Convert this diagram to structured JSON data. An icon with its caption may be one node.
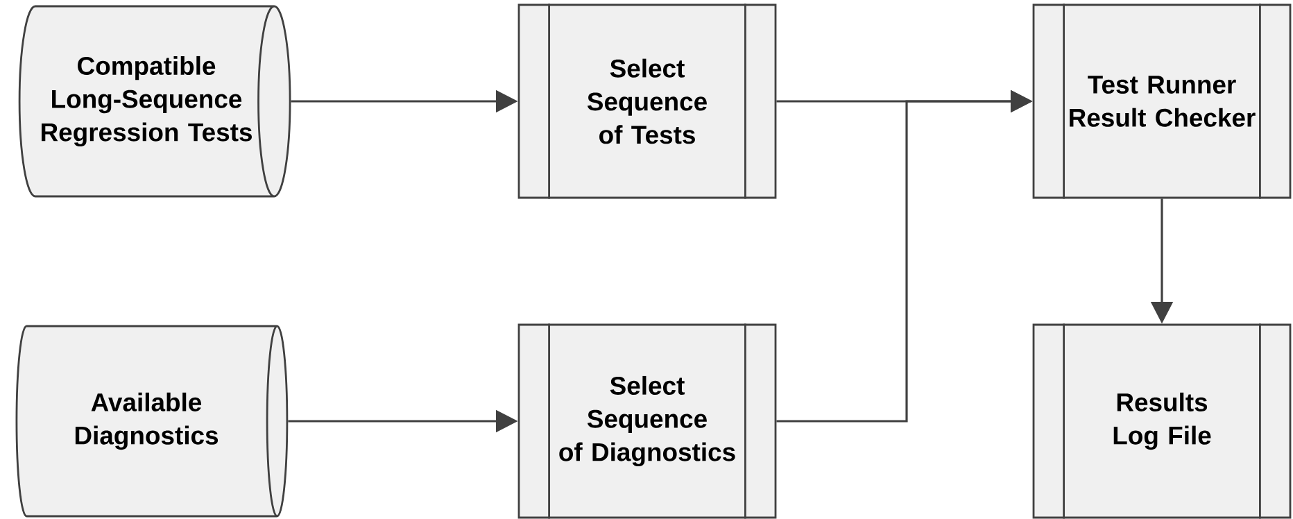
{
  "diagram": {
    "nodes": [
      {
        "text": [
          "Compatible Long-Sequence Regression Tests"
        ]
      },
      {
        "text": [
          "Select Sequence of Tests"
        ]
      },
      {
        "text": [
          "Test Runner Result Checker"
        ]
      },
      {
        "text": [
          "Available Diagnostics"
        ]
      },
      {
        "text": [
          "Select Sequence of Diagnostics"
        ]
      },
      {
        "text": [
          "Results Log File"
        ]
      }
    ],
    "edges": [
      {
        "from": 0,
        "to": 1,
        "arrow": "to"
      },
      {
        "from": 1,
        "to": 2,
        "arrow": "to"
      },
      {
        "from": 3,
        "to": 4,
        "arrow": "to"
      },
      {
        "from": 4,
        "to": 2,
        "arrow": "to"
      },
      {
        "from": 2,
        "to": 5,
        "arrow": "to"
      }
    ]
  }
}
